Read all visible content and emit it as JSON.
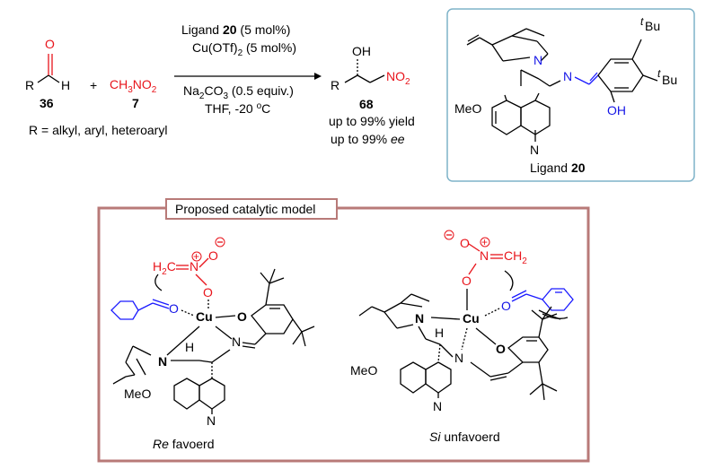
{
  "reaction": {
    "aldehyde_label": "36",
    "aldehyde_O": "O",
    "aldehyde_R": "R",
    "aldehyde_H": "H",
    "plus": "+",
    "nitromethane_label": "7",
    "conditions": [
      "Ligand 20 (5 mol%)",
      "Cu(OTf)2 (5 mol%)",
      "Na2CO3 (0.5 equiv.)",
      "THF, -20 °C"
    ],
    "product_label": "68",
    "product_OH": "OH",
    "product_NO2": "NO2",
    "product_R": "R",
    "yield_text": "up to 99% yield",
    "ee_text": "up to 99%",
    "ee_unit": "ee",
    "r_group_text": "R = alkyl, aryl, heteroaryl"
  },
  "ligand": {
    "caption": "Ligand",
    "caption_num": "20",
    "tbu_top": "Bu",
    "tbu_right": "Bu",
    "tbu_prefix": "t",
    "N1": "N",
    "N2": "N",
    "OH": "OH",
    "MeO": "MeO",
    "quinoline_N": "N"
  },
  "model": {
    "title": "Proposed catalytic model",
    "left_caption_prefix": "Re",
    "left_caption_rest": "favoerd",
    "right_caption_prefix": "Si",
    "right_caption_rest": "unfavoerd",
    "Cu": "Cu",
    "O": "O",
    "N": "N",
    "H": "H",
    "MeO": "MeO",
    "H2C": "H2C",
    "CH2": "CH2"
  },
  "colors": {
    "red": "#e8141b",
    "blue": "#1414e6",
    "box_border": "#b87a78",
    "ligand_border": "#7fb3c9"
  }
}
